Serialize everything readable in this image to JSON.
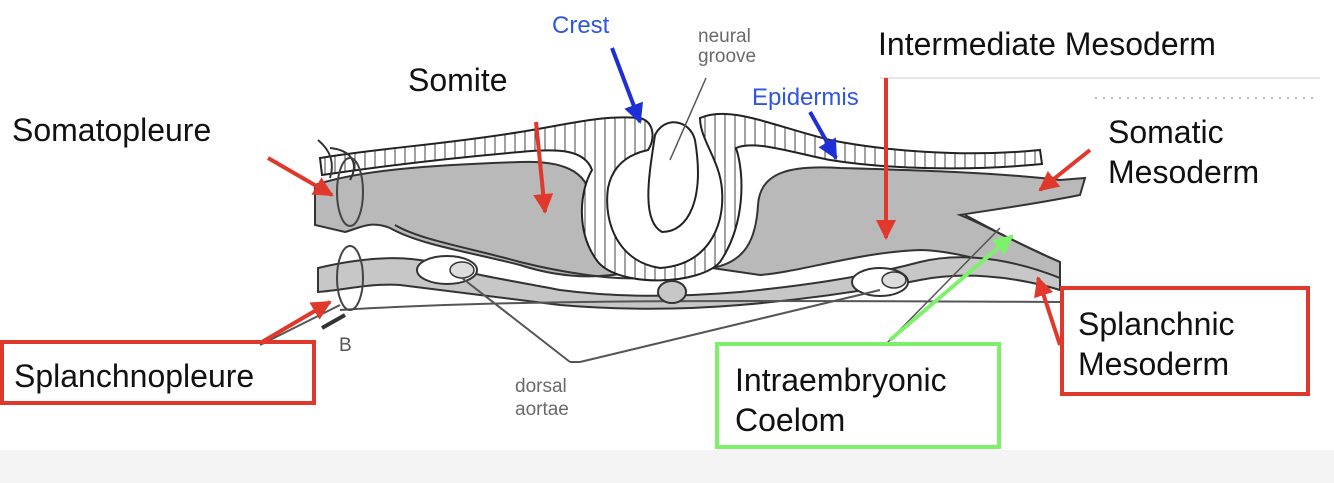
{
  "labels": {
    "crest": "Crest",
    "neural_groove": "neural\ngroove",
    "intermediate_mesoderm": "Intermediate Mesoderm",
    "somite": "Somite",
    "epidermis": "Epidermis",
    "somatopleure": "Somatopleure",
    "somatic_mesoderm": "Somatic\nMesoderm",
    "splanchnic_mesoderm": "Splanchnic\nMesoderm",
    "splanchnopleure": "Splanchnopleure",
    "intraembryonic_coelom": "Intraembryonic\nCoelom",
    "dorsal_aortae": "dorsal\naortae",
    "figure_letter": "B"
  },
  "colors": {
    "arrow_red": "#e0392b",
    "arrow_blue": "#1f2fd6",
    "arrow_green": "#7ef06c",
    "label_blue": "#2f56e0",
    "mesoderm_gray": "#b9b9b9",
    "line_gray": "#6a6a6a"
  }
}
